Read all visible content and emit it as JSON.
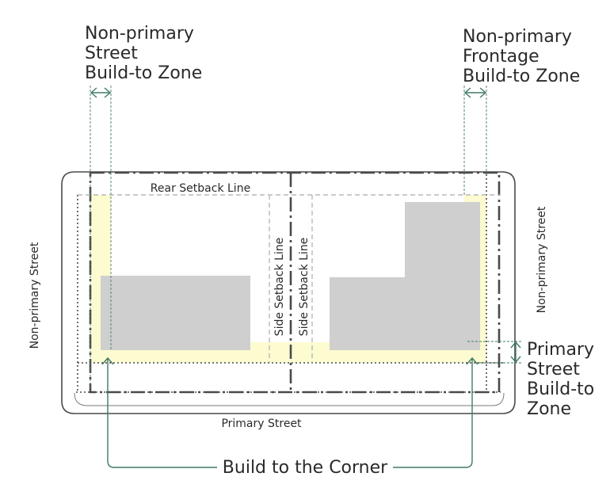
{
  "labels": {
    "nonprimary_street_btz": [
      "Non-primary",
      "Street",
      "Build-to Zone"
    ],
    "nonprimary_frontage_btz": [
      "Non-primary",
      "Frontage",
      "Build-to Zone"
    ],
    "primary_street_btz": [
      "Primary",
      "Street",
      "Build-to",
      "Zone"
    ],
    "rear_setback": "Rear Setback Line",
    "side_setback": "Side Setback Line",
    "nonprimary_street": "Non-primary Street",
    "primary_street": "Primary Street",
    "build_to_corner": "Build to the Corner"
  },
  "colors": {
    "build_to_zone": "#fdfbd0",
    "building": "#cfcfcf",
    "lines": "#4a4a4a",
    "setback": "#b8b8b8",
    "dimension": "#3f7a68"
  }
}
